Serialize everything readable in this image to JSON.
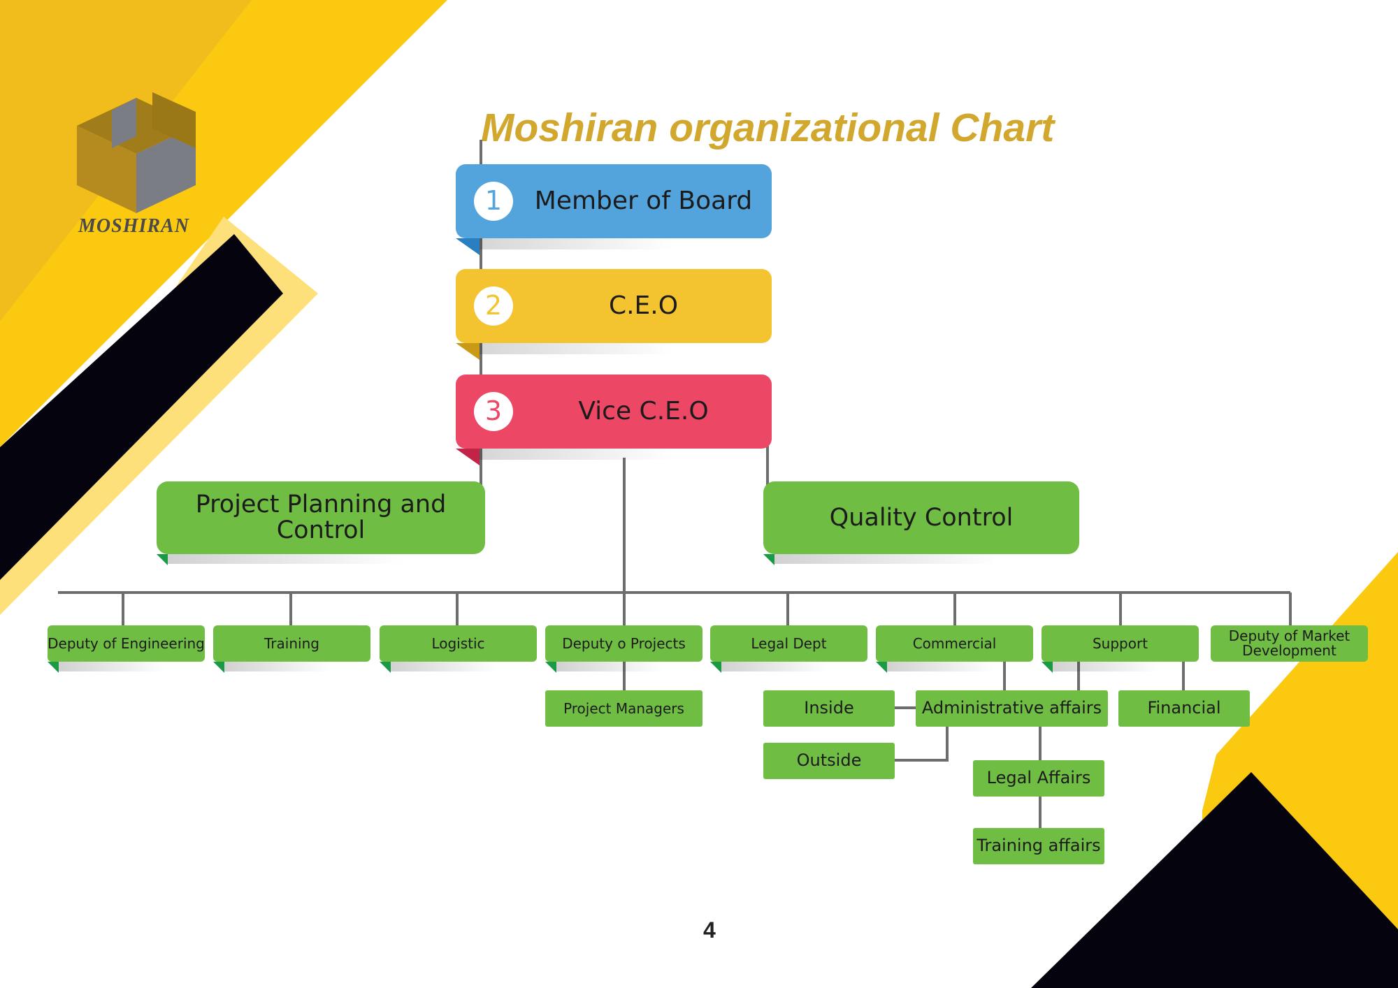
{
  "brand": {
    "name": "MOSHIRAN"
  },
  "title": "Moshiran organizational Chart",
  "colors": {
    "title": "#d1a72e",
    "yellow": "#fbc90f",
    "dark": "#05040e",
    "green": "#70bd44",
    "blue": "#53a4dc",
    "amber": "#f4c430",
    "red": "#ec4765",
    "line": "#6d6d6d"
  },
  "top_levels": [
    {
      "number": "1",
      "label": "Member of Board",
      "color": "#53a4dc"
    },
    {
      "number": "2",
      "label": "C.E.O",
      "color": "#f4c430"
    },
    {
      "number": "3",
      "label": "Vice C.E.O",
      "color": "#ec4765"
    }
  ],
  "staff": {
    "left": "Project Planning and Control",
    "right": "Quality Control"
  },
  "departments": [
    "Deputy of Engineering",
    "Training",
    "Logistic",
    "Deputy o Projects",
    "Legal Dept",
    "Commercial",
    "Support",
    "Deputy of Market Development"
  ],
  "sub_units": {
    "project_managers": "Project Managers",
    "inside": "Inside",
    "outside": "Outside",
    "administrative_affairs": "Administrative affairs",
    "financial": "Financial",
    "legal_affairs": "Legal Affairs",
    "training_affairs": "Training affairs"
  },
  "page_number": "4"
}
